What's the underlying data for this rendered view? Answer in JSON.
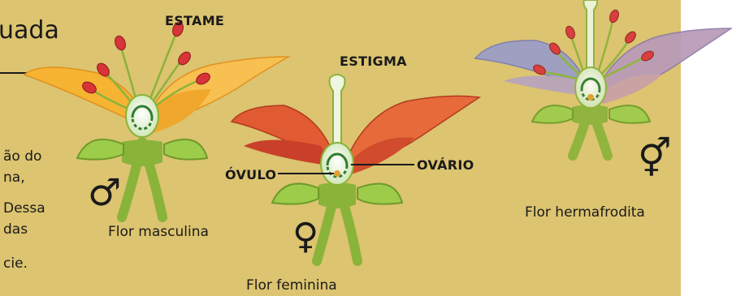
{
  "heading_fragment": "uada",
  "body_fragments": [
    "ão do",
    "na,",
    "Dessa",
    " das",
    "cie."
  ],
  "labels": {
    "estame": "ESTAME",
    "estigma": "ESTIGMA",
    "ovulo": "ÓVULO",
    "ovario": "OVÁRIO"
  },
  "captions": {
    "masculina": "Flor masculina",
    "feminina": "Flor feminina",
    "hermafrodita": "Flor hermafrodita"
  },
  "symbols": {
    "male": "♂",
    "female": "♀",
    "hermaphrodite": "⚥"
  },
  "colors": {
    "background": "#dcc470",
    "male_petals": "#f6b432",
    "female_petals": "#e05a32",
    "hermaphrodite_petals": "#9a9cc8",
    "stem": "#8ab33a",
    "stamen_tip": "#d8343a"
  }
}
